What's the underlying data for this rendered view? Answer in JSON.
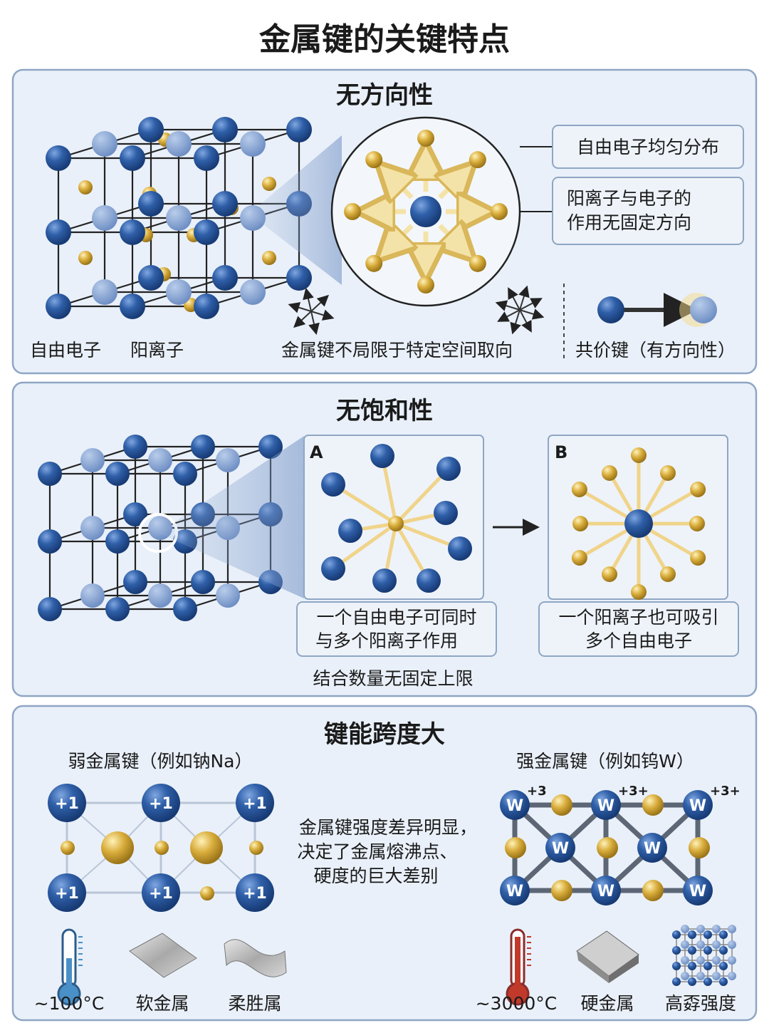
{
  "title": "金属键的关键特点",
  "colors": {
    "cation": "#2f5fa8",
    "electron": "#d9ad3c",
    "panel": "#e9f0f9",
    "border": "#8fa6c4",
    "hot": "#c0392b",
    "cold": "#4a90c8"
  },
  "section1": {
    "title": "无方向性",
    "callout1": "自由电子均匀分布",
    "callout2_line1": "阳离子与电子的",
    "callout2_line2": "作用无固定方向",
    "legend_electron": "自由电子",
    "legend_cation": "阳离子",
    "caption": "金属键不局限于特定空间取向",
    "covalent": "共价键（有方向性）"
  },
  "section2": {
    "title": "无饱和性",
    "panel_a_label": "A",
    "panel_b_label": "B",
    "caption_a_line1": "一个自由电子可同时",
    "caption_a_line2": "与多个阳离子作用",
    "caption_b_line1": "一个阳离子也可吸引",
    "caption_b_line2": "多个自由电子",
    "summary": "结合数量无固定上限"
  },
  "section3": {
    "title": "键能跨度大",
    "weak_title": "弱金属键（例如钠Na）",
    "strong_title": "强金属键（例如钨W）",
    "weak_charge": "+1",
    "strong_atom": "W",
    "strong_charges": [
      "+3",
      "+3+",
      "+3+"
    ],
    "desc_line1": "金属键强度差异明显，",
    "desc_line2": "决定了金属熔沸点、",
    "desc_line3": "硬度的巨大差别",
    "weak_props": [
      "~100°C",
      "软金属",
      "柔胜属"
    ],
    "strong_props": [
      "~3000°C",
      "硬金属",
      "高孬强度"
    ]
  }
}
